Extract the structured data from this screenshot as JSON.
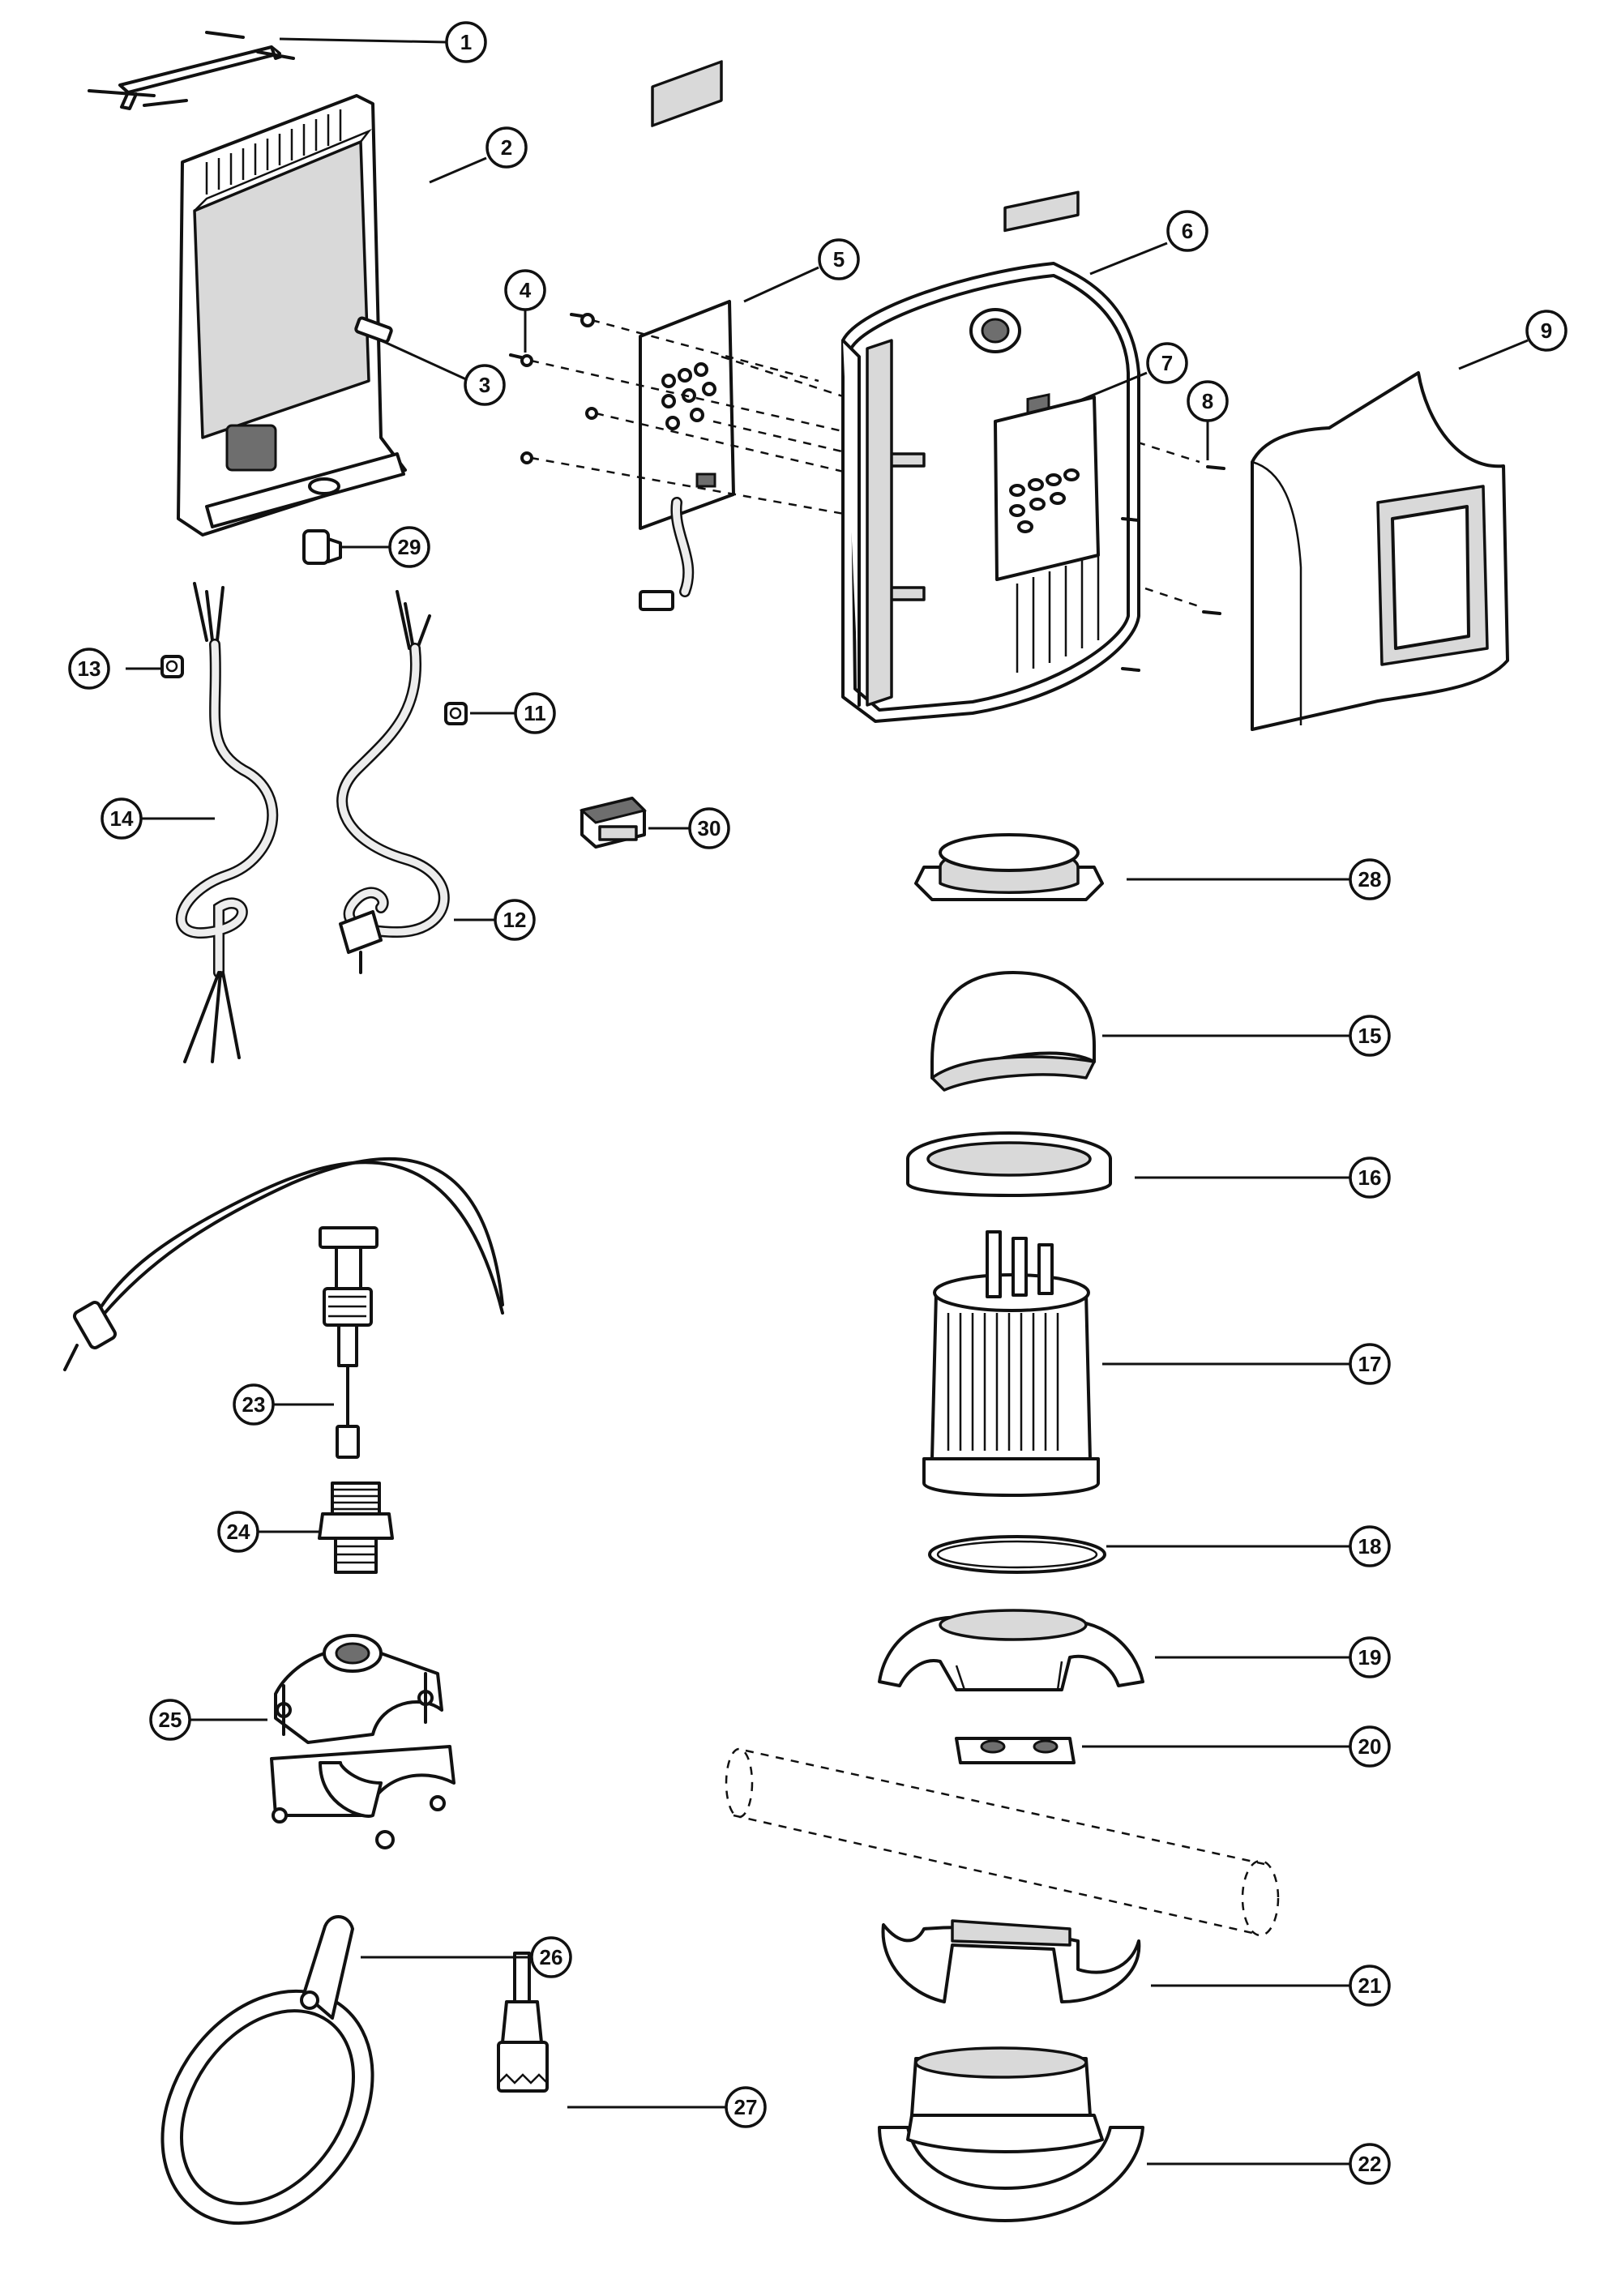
{
  "diagram": {
    "callouts": [
      {
        "id": "c1",
        "label": "1"
      },
      {
        "id": "c2",
        "label": "2"
      },
      {
        "id": "c3",
        "label": "3"
      },
      {
        "id": "c4",
        "label": "4"
      },
      {
        "id": "c5",
        "label": "5"
      },
      {
        "id": "c6",
        "label": "6"
      },
      {
        "id": "c7",
        "label": "7"
      },
      {
        "id": "c8",
        "label": "8"
      },
      {
        "id": "c9",
        "label": "9"
      },
      {
        "id": "c11",
        "label": "11"
      },
      {
        "id": "c12",
        "label": "12"
      },
      {
        "id": "c13",
        "label": "13"
      },
      {
        "id": "c14",
        "label": "14"
      },
      {
        "id": "c15",
        "label": "15"
      },
      {
        "id": "c16",
        "label": "16"
      },
      {
        "id": "c17",
        "label": "17"
      },
      {
        "id": "c18",
        "label": "18"
      },
      {
        "id": "c19",
        "label": "19"
      },
      {
        "id": "c20",
        "label": "20"
      },
      {
        "id": "c21",
        "label": "21"
      },
      {
        "id": "c22",
        "label": "22"
      },
      {
        "id": "c23",
        "label": "23"
      },
      {
        "id": "c24",
        "label": "24"
      },
      {
        "id": "c25",
        "label": "25"
      },
      {
        "id": "c26",
        "label": "26"
      },
      {
        "id": "c27",
        "label": "27"
      },
      {
        "id": "c28",
        "label": "28"
      },
      {
        "id": "c29",
        "label": "29"
      },
      {
        "id": "c30",
        "label": "30"
      }
    ]
  }
}
